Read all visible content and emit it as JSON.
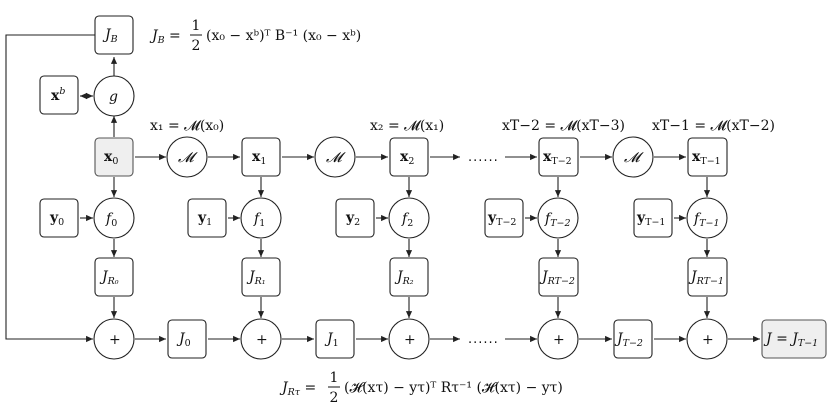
{
  "equations": {
    "cost_b": {
      "lhs": "J",
      "lhs_sub": "B",
      "eq": " = ",
      "frac_num": "1",
      "frac_den": "2",
      "body": "(x₀ − xᵇ)ᵀ B⁻¹ (x₀ − xᵇ)"
    },
    "cost_r": {
      "lhs": "J",
      "lhs_sub": "Rτ",
      "eq": " = ",
      "frac_num": "1",
      "frac_den": "2",
      "body": "(𝓗(xτ) − yτ)ᵀ Rτ⁻¹ (𝓗(xτ) − yτ)"
    }
  },
  "top_labels": {
    "x1": "x₁ = 𝓜(x₀)",
    "x2": "x₂ = 𝓜(x₁)",
    "xT2": "xT−2 = 𝓜(xT−3)",
    "xT1": "xT−1 = 𝓜(xT−2)"
  },
  "nodes": {
    "JB": {
      "main": "J",
      "sub": "B"
    },
    "xb": {
      "main": "x",
      "sup": "b"
    },
    "g": {
      "main": "g"
    },
    "x0": {
      "main": "x",
      "sub": "0"
    },
    "M0": {
      "main": "𝓜"
    },
    "x1": {
      "main": "x",
      "sub": "1"
    },
    "M1": {
      "main": "𝓜"
    },
    "x2": {
      "main": "x",
      "sub": "2"
    },
    "xT2": {
      "main": "x",
      "sub": "T−2"
    },
    "M2": {
      "main": "𝓜"
    },
    "xT1": {
      "main": "x",
      "sub": "T−1"
    },
    "y0": {
      "main": "y",
      "sub": "0"
    },
    "f0": {
      "main": "f",
      "sub": "0"
    },
    "y1": {
      "main": "y",
      "sub": "1"
    },
    "f1": {
      "main": "f",
      "sub": "1"
    },
    "y2": {
      "main": "y",
      "sub": "2"
    },
    "f2": {
      "main": "f",
      "sub": "2"
    },
    "yT2": {
      "main": "y",
      "sub": "T−2"
    },
    "fT2": {
      "main": "f",
      "sub": "T−2"
    },
    "yT1": {
      "main": "y",
      "sub": "T−1"
    },
    "fT1": {
      "main": "f",
      "sub": "T−1"
    },
    "JR0": {
      "main": "J",
      "sub": "R₀"
    },
    "JR1": {
      "main": "J",
      "sub": "R₁"
    },
    "JR2": {
      "main": "J",
      "sub": "R₂"
    },
    "JRT2": {
      "main": "J",
      "sub": "RT−2"
    },
    "JRT1": {
      "main": "J",
      "sub": "RT−1"
    },
    "plus": "+",
    "J0": {
      "main": "J",
      "sub": "0"
    },
    "J1": {
      "main": "J",
      "sub": "1"
    },
    "JT2": {
      "main": "J",
      "sub": "T−2"
    },
    "Jfinal": {
      "main": "J = J",
      "sub": "T−1"
    }
  },
  "ellipsis": "......"
}
